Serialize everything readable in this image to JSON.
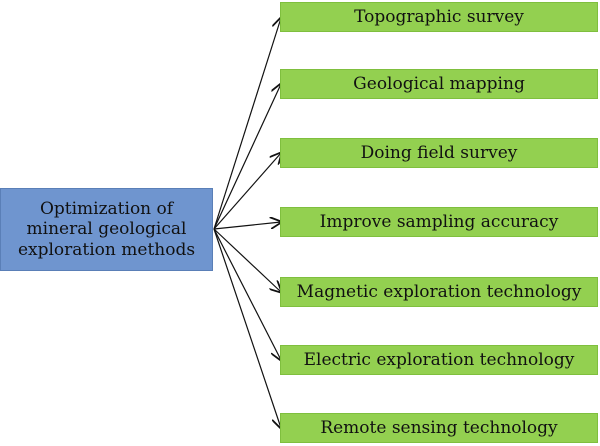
{
  "root": {
    "label": "Optimization of mineral geological exploration methods"
  },
  "branches": [
    {
      "label": "Topographic survey"
    },
    {
      "label": "Geological mapping"
    },
    {
      "label": "Doing field survey"
    },
    {
      "label": "Improve sampling accuracy"
    },
    {
      "label": "Magnetic exploration technology"
    },
    {
      "label": "Electric exploration technology"
    },
    {
      "label": "Remote sensing technology"
    }
  ],
  "colors": {
    "root_fill": "#6f95cf",
    "leaf_fill": "#93d050",
    "arrow": "#111111"
  }
}
